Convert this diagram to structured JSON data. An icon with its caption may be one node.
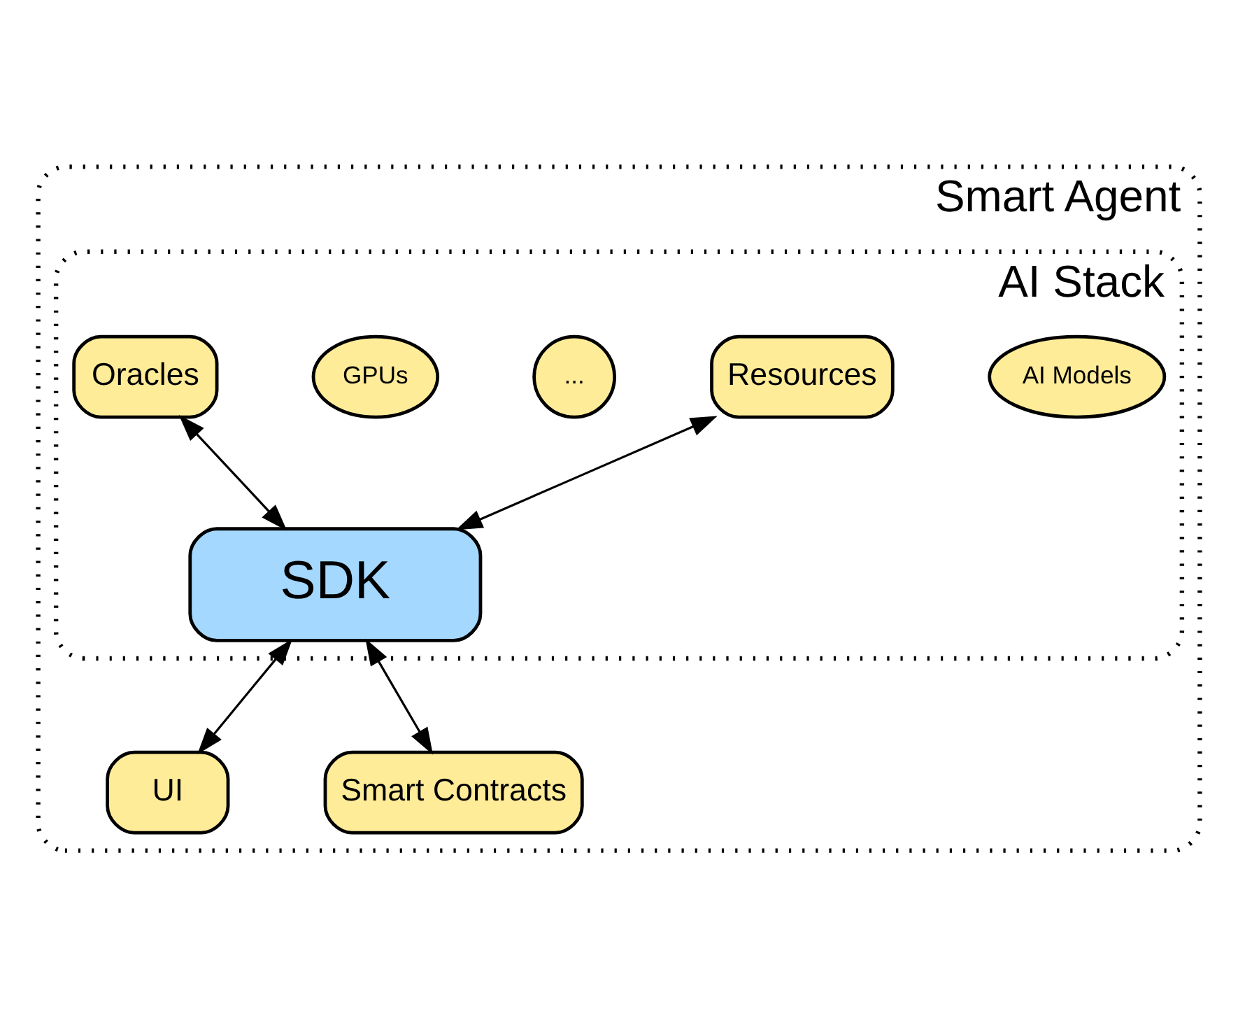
{
  "diagram": {
    "nodes": [
      {
        "text": [
          "Smart Agent"
        ]
      },
      {
        "text": [
          "AI Stack"
        ],
        "in": 0
      },
      {
        "text": [
          "AI Models"
        ],
        "in": 1
      },
      {
        "text": [
          "Resources"
        ],
        "in": 1
      },
      {
        "text": [
          "..."
        ],
        "in": 1
      },
      {
        "text": [
          "GPUs"
        ],
        "in": 1
      },
      {
        "text": [
          "Oracles"
        ],
        "in": 1
      },
      {
        "text": [
          "SDK"
        ],
        "in": 1
      },
      {
        "text": [
          "UI"
        ],
        "in": 0
      },
      {
        "text": [
          "Smart Contracts"
        ],
        "in": 0
      }
    ],
    "edges": [
      {
        "from": 3,
        "to": 7,
        "arrow": "both"
      },
      {
        "from": 6,
        "to": 7,
        "arrow": "both"
      },
      {
        "from": 7,
        "to": 8,
        "arrow": "both"
      },
      {
        "from": 7,
        "to": 9,
        "arrow": "both"
      }
    ]
  }
}
